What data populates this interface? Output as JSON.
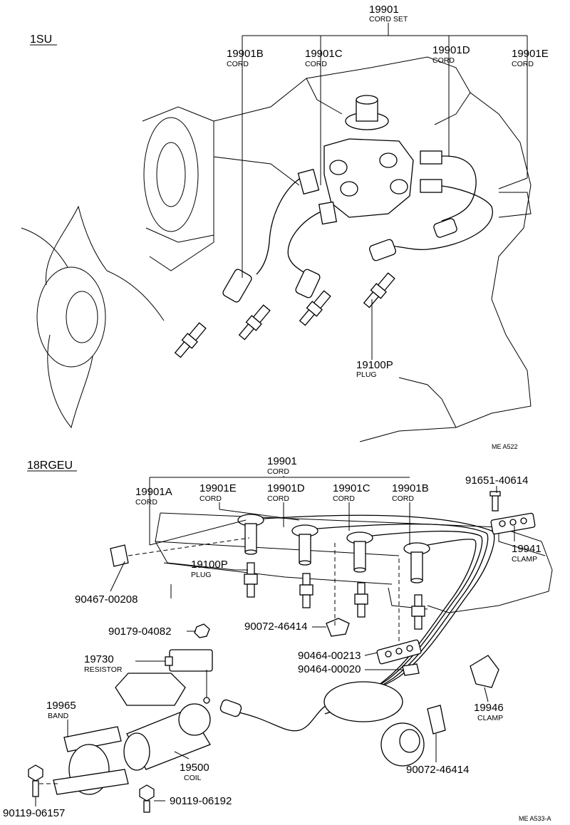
{
  "sections": {
    "top": "1SU",
    "bottom": "18RGEU"
  },
  "top": {
    "cord_set": {
      "number": "19901",
      "name": "CORD SET"
    },
    "b": {
      "number": "19901B",
      "name": "CORD"
    },
    "c": {
      "number": "19901C",
      "name": "CORD"
    },
    "d": {
      "number": "19901D",
      "name": "CORD"
    },
    "e": {
      "number": "19901E",
      "name": "CORD"
    },
    "plug": {
      "number": "19100P",
      "name": "PLUG"
    },
    "code": "ME  A522"
  },
  "bottom": {
    "cord": {
      "number": "19901",
      "name": "CORD"
    },
    "a": {
      "number": "19901A",
      "name": "CORD"
    },
    "e": {
      "number": "19901E",
      "name": "CORD"
    },
    "d": {
      "number": "19901D",
      "name": "CORD"
    },
    "c": {
      "number": "19901C",
      "name": "CORD"
    },
    "b": {
      "number": "19901B",
      "name": "CORD"
    },
    "bolt_91651": "91651-40614",
    "clamp_19941": {
      "number": "19941",
      "name": "CLAMP"
    },
    "plug": {
      "number": "19100P",
      "name": "PLUG"
    },
    "p90467": "90467-00208",
    "p90072_a": "90072-46414",
    "p90179": "90179-04082",
    "resistor": {
      "number": "19730",
      "name": "RESISTOR"
    },
    "p90464_a": "90464-00213",
    "p90464_b": "90464-00020",
    "clamp_19946": {
      "number": "19946",
      "name": "CLAMP"
    },
    "band": {
      "number": "19965",
      "name": "BAND"
    },
    "coil": {
      "number": "19500",
      "name": "COIL"
    },
    "p90072_b": "90072-46414",
    "p90119_a": "90119-06157",
    "p90119_b": "90119-06192",
    "code": "ME  A533-A"
  }
}
